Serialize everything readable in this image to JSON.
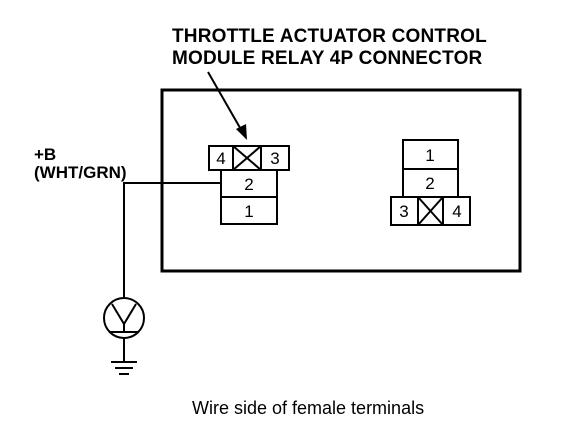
{
  "title": {
    "line1": "THROTTLE ACTUATOR CONTROL",
    "line2": "MODULE RELAY 4P CONNECTOR"
  },
  "wire_label": {
    "terminal": "+B",
    "color": "(WHT/GRN)"
  },
  "connector_left": {
    "top_row": [
      "4",
      "3"
    ],
    "middle": "2",
    "bottom": "1"
  },
  "connector_right": {
    "top": "1",
    "middle": "2",
    "bottom_row": [
      "3",
      "4"
    ]
  },
  "caption": "Wire side of female terminals",
  "icons": {
    "meter": "voltmeter-icon",
    "ground": "ground-symbol-icon",
    "empty_terminal": "crossed-box-icon"
  }
}
